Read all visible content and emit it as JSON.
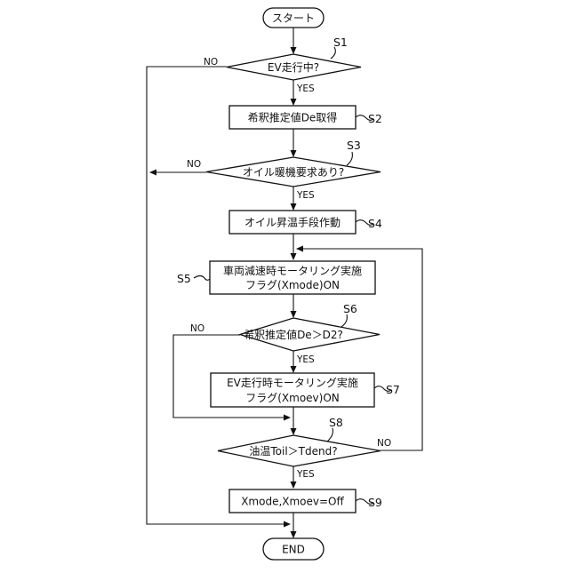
{
  "terminals": {
    "start": "スタート",
    "end": "END"
  },
  "nodes": {
    "s1": {
      "step": "S1",
      "text": "EV走行中?"
    },
    "s2": {
      "step": "S2",
      "text": "希釈推定値De取得"
    },
    "s3": {
      "step": "S3",
      "text": "オイル暖機要求あり?"
    },
    "s4": {
      "step": "S4",
      "text": "オイル昇温手段作動"
    },
    "s5": {
      "step": "S5",
      "line1": "車両減速時モータリング実施",
      "line2": "フラグ(Xmode)ON"
    },
    "s6": {
      "step": "S6",
      "text": "希釈推定値De＞D2?"
    },
    "s7": {
      "step": "S7",
      "line1": "EV走行時モータリング実施",
      "line2": "フラグ(Xmoev)ON"
    },
    "s8": {
      "step": "S8",
      "text": "油温Toil＞Tdend?"
    },
    "s9": {
      "step": "S9",
      "text": "Xmode,Xmoev=Off"
    }
  },
  "branches": {
    "s1_no": "NO",
    "s1_yes": "YES",
    "s3_no": "NO",
    "s3_yes": "YES",
    "s6_no": "NO",
    "s6_yes": "YES",
    "s8_no": "NO",
    "s8_yes": "YES"
  }
}
